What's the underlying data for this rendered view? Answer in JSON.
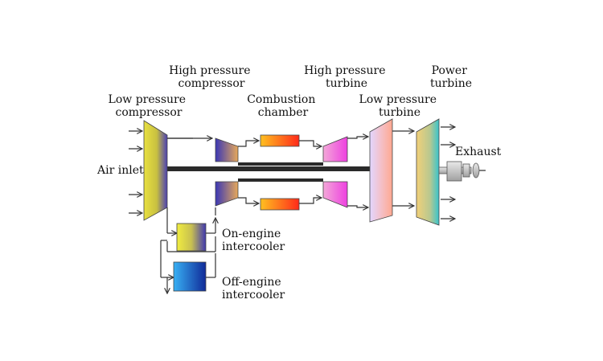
{
  "labels": {
    "lp_compressor": [
      "Low pressure",
      "compressor"
    ],
    "hp_compressor": [
      "High pressure",
      "compressor"
    ],
    "combustion": [
      "Combustion",
      "chamber"
    ],
    "hp_turbine": [
      "High pressure",
      "turbine"
    ],
    "lp_turbine": [
      "Low pressure",
      "turbine"
    ],
    "power_turbine": [
      "Power",
      "turbine"
    ],
    "air_inlet": "Air inlet",
    "exhaust": "Exhaust",
    "on_engine": [
      "On-engine",
      "intercooler"
    ],
    "off_engine": [
      "Off-engine",
      "intercooler"
    ]
  },
  "colors": {
    "lp_compressor": [
      "#e8e040",
      "#4b3fb3"
    ],
    "hp_compressor": [
      "#3a37b5",
      "#e7a85a"
    ],
    "combustion": [
      "#ff9a10",
      "#ff2a1a"
    ],
    "hp_turbine": [
      "#f09ad0",
      "#ee44e0"
    ],
    "lp_turbine": [
      "#e0d3ff",
      "#ffb0a0"
    ],
    "power_turbine": [
      "#f0d080",
      "#40c8c8"
    ],
    "on_engine": [
      "#f0ec40",
      "#4038b0"
    ],
    "off_engine": [
      "#30a8f0",
      "#1030a0"
    ]
  }
}
